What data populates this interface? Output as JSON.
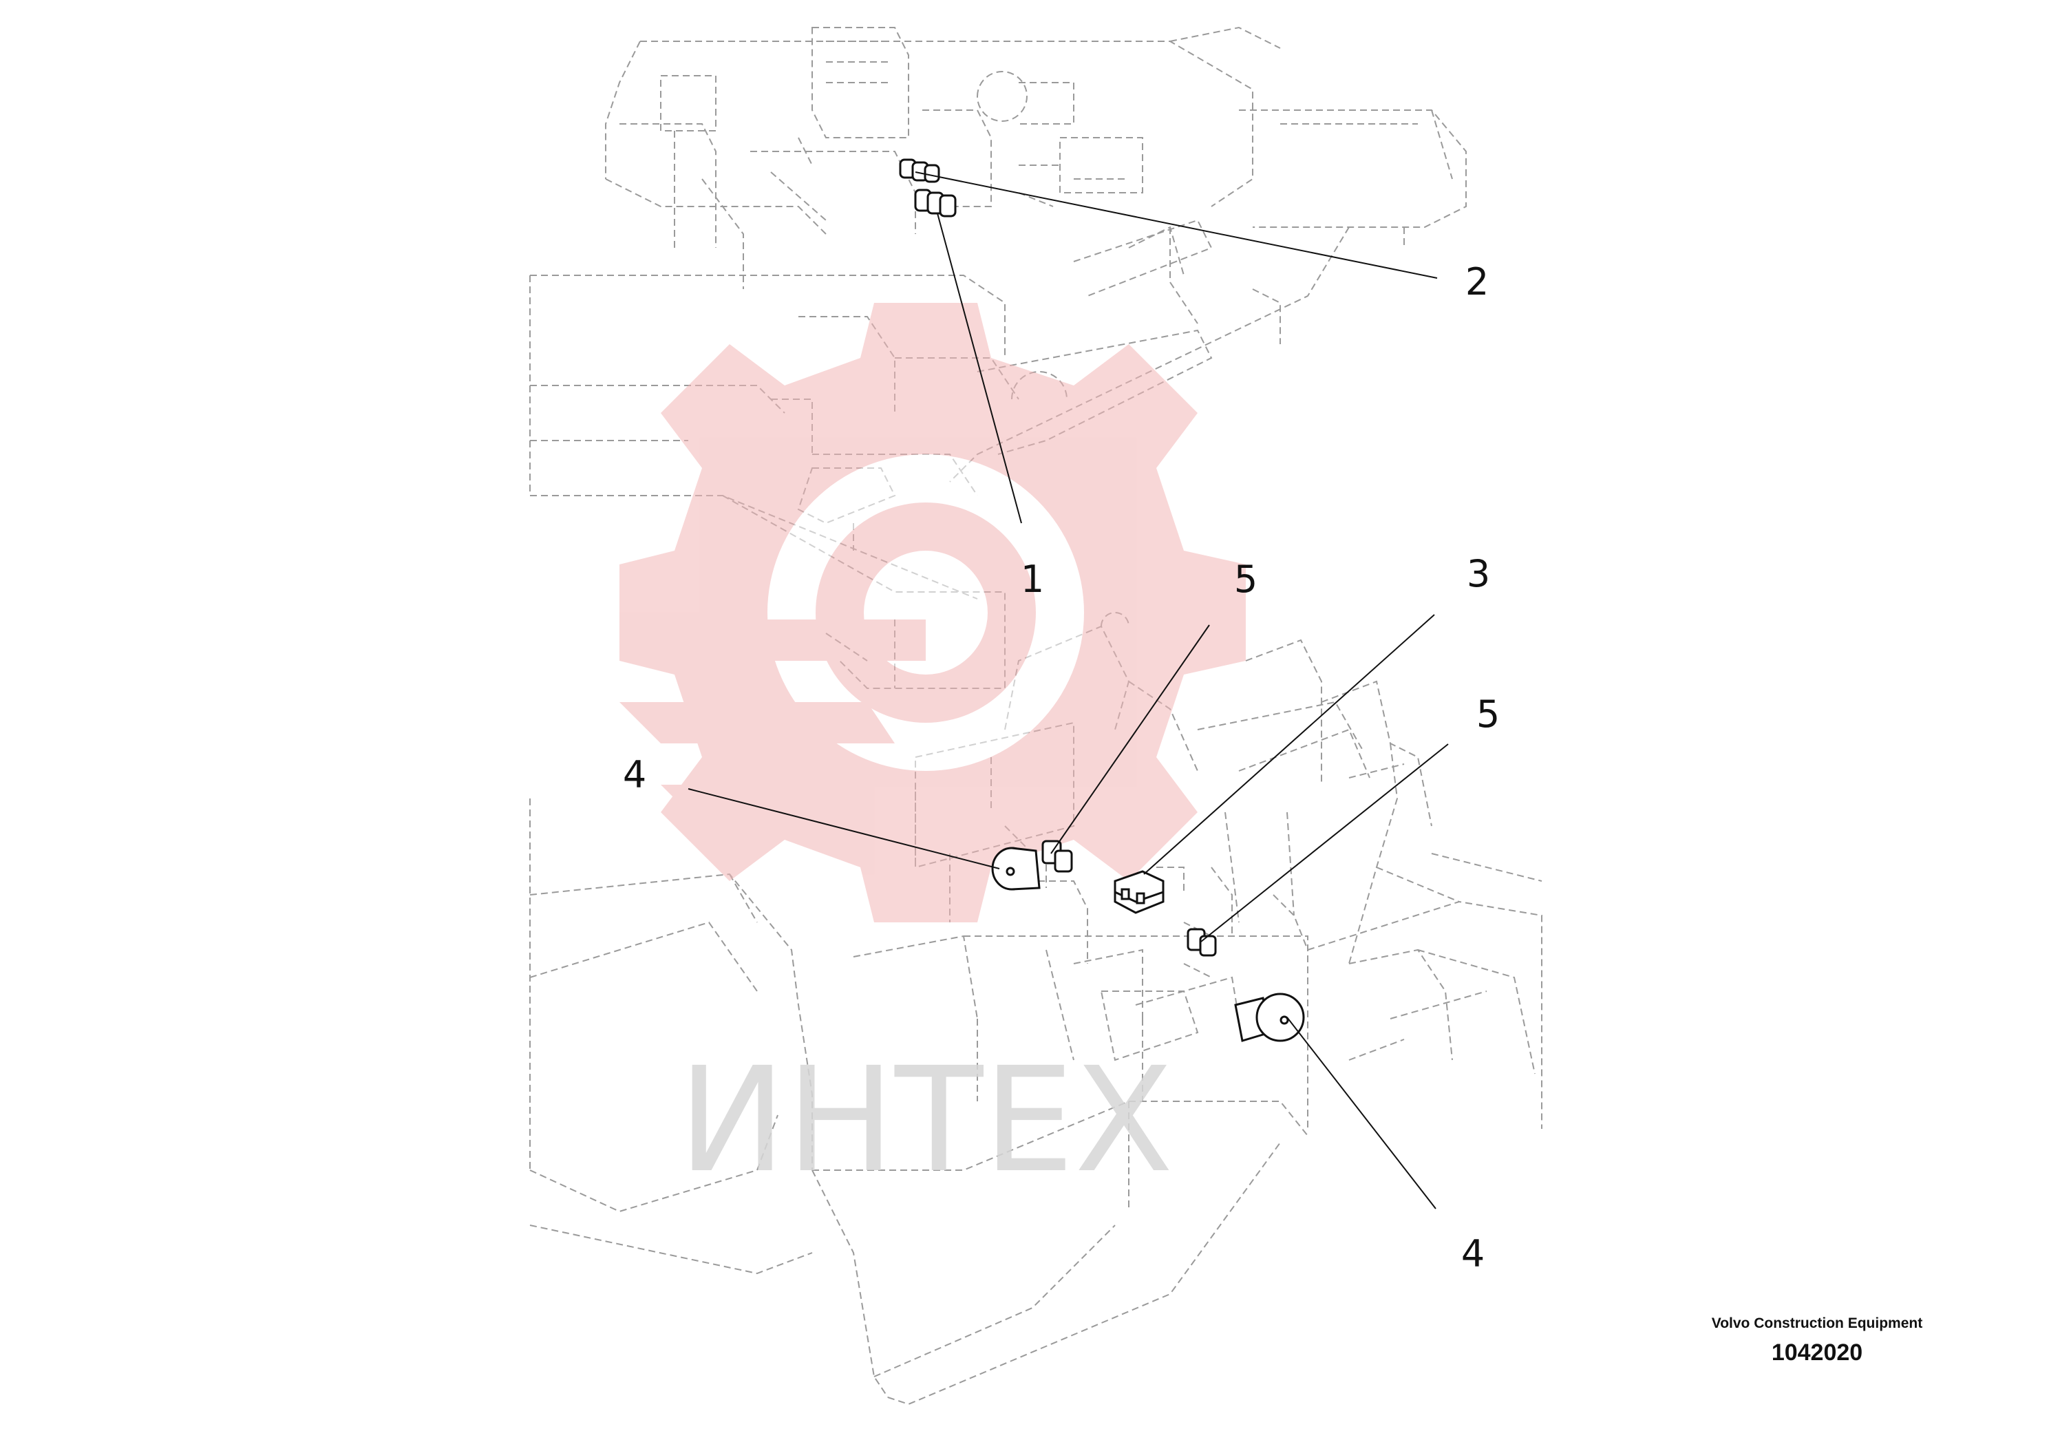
{
  "callouts": [
    {
      "id": "callout-1",
      "label": "1"
    },
    {
      "id": "callout-2",
      "label": "2"
    },
    {
      "id": "callout-3",
      "label": "3"
    },
    {
      "id": "callout-4-upper",
      "label": "4"
    },
    {
      "id": "callout-4-lower",
      "label": "4"
    },
    {
      "id": "callout-5-upper",
      "label": "5"
    },
    {
      "id": "callout-5-lower",
      "label": "5"
    }
  ],
  "publisher": {
    "company": "Volvo Construction Equipment",
    "drawing_number": "1042020"
  },
  "watermark": {
    "text": "ИНТЕХ",
    "logo": "gear-logo",
    "color_logo": "#f2b6b6",
    "color_text": "#d6d6d6"
  },
  "colors": {
    "line_faint": "#9a9a9a",
    "line_dark": "#111111"
  }
}
